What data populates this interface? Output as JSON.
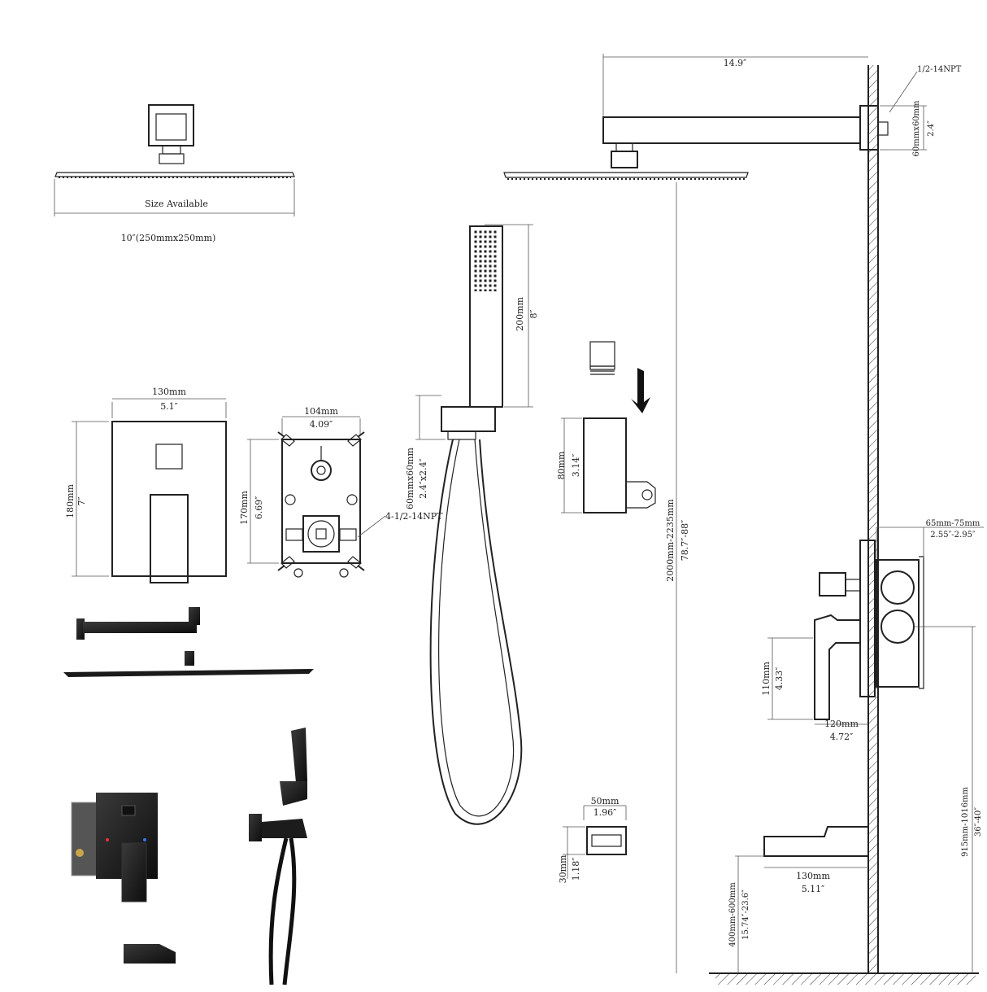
{
  "showerhead_top": {
    "size_label": "Size Available",
    "size_value": "10″(250mmx250mm)"
  },
  "valve_plate": {
    "width_mm": "130mm",
    "width_in": "5.1″",
    "height_mm": "180mm",
    "height_in": "7″"
  },
  "valve_box": {
    "width_mm": "104mm",
    "width_in": "4.09″",
    "height_mm": "170mm",
    "height_in": "6.69″",
    "thread": "4-1/2-14NPT"
  },
  "handheld": {
    "length_mm": "200mm",
    "length_in": "8″",
    "bracket_mm": "60mmx60mm",
    "bracket_in": "2.4″x2.4″"
  },
  "holder": {
    "height_mm": "80mm",
    "height_in": "3.14″"
  },
  "spout_part": {
    "width_mm": "50mm",
    "width_in": "1.96″",
    "height_mm": "30mm",
    "height_in": "1.18″"
  },
  "side_view": {
    "arm_length": "14.9″",
    "thread": "1/2-14NPT",
    "arm_flange_mm": "60mmx60mm",
    "arm_flange_in": "2.4″",
    "head_height_mm": "2000mm-2235mm",
    "head_height_in": "78.7″-88″",
    "wall_depth_mm": "65mm-75mm",
    "wall_depth_in": "2.55″-2.95″",
    "handle_height_mm": "110mm",
    "handle_height_in": "4.33″",
    "handle_reach_mm": "120mm",
    "handle_reach_in": "4.72″",
    "valve_height_mm": "915mm-1016mm",
    "valve_height_in": "36″-40″",
    "spout_reach_mm": "130mm",
    "spout_reach_in": "5.11″",
    "spout_height_mm": "400mm-600mm",
    "spout_height_in": "15.74″-23.6″"
  }
}
